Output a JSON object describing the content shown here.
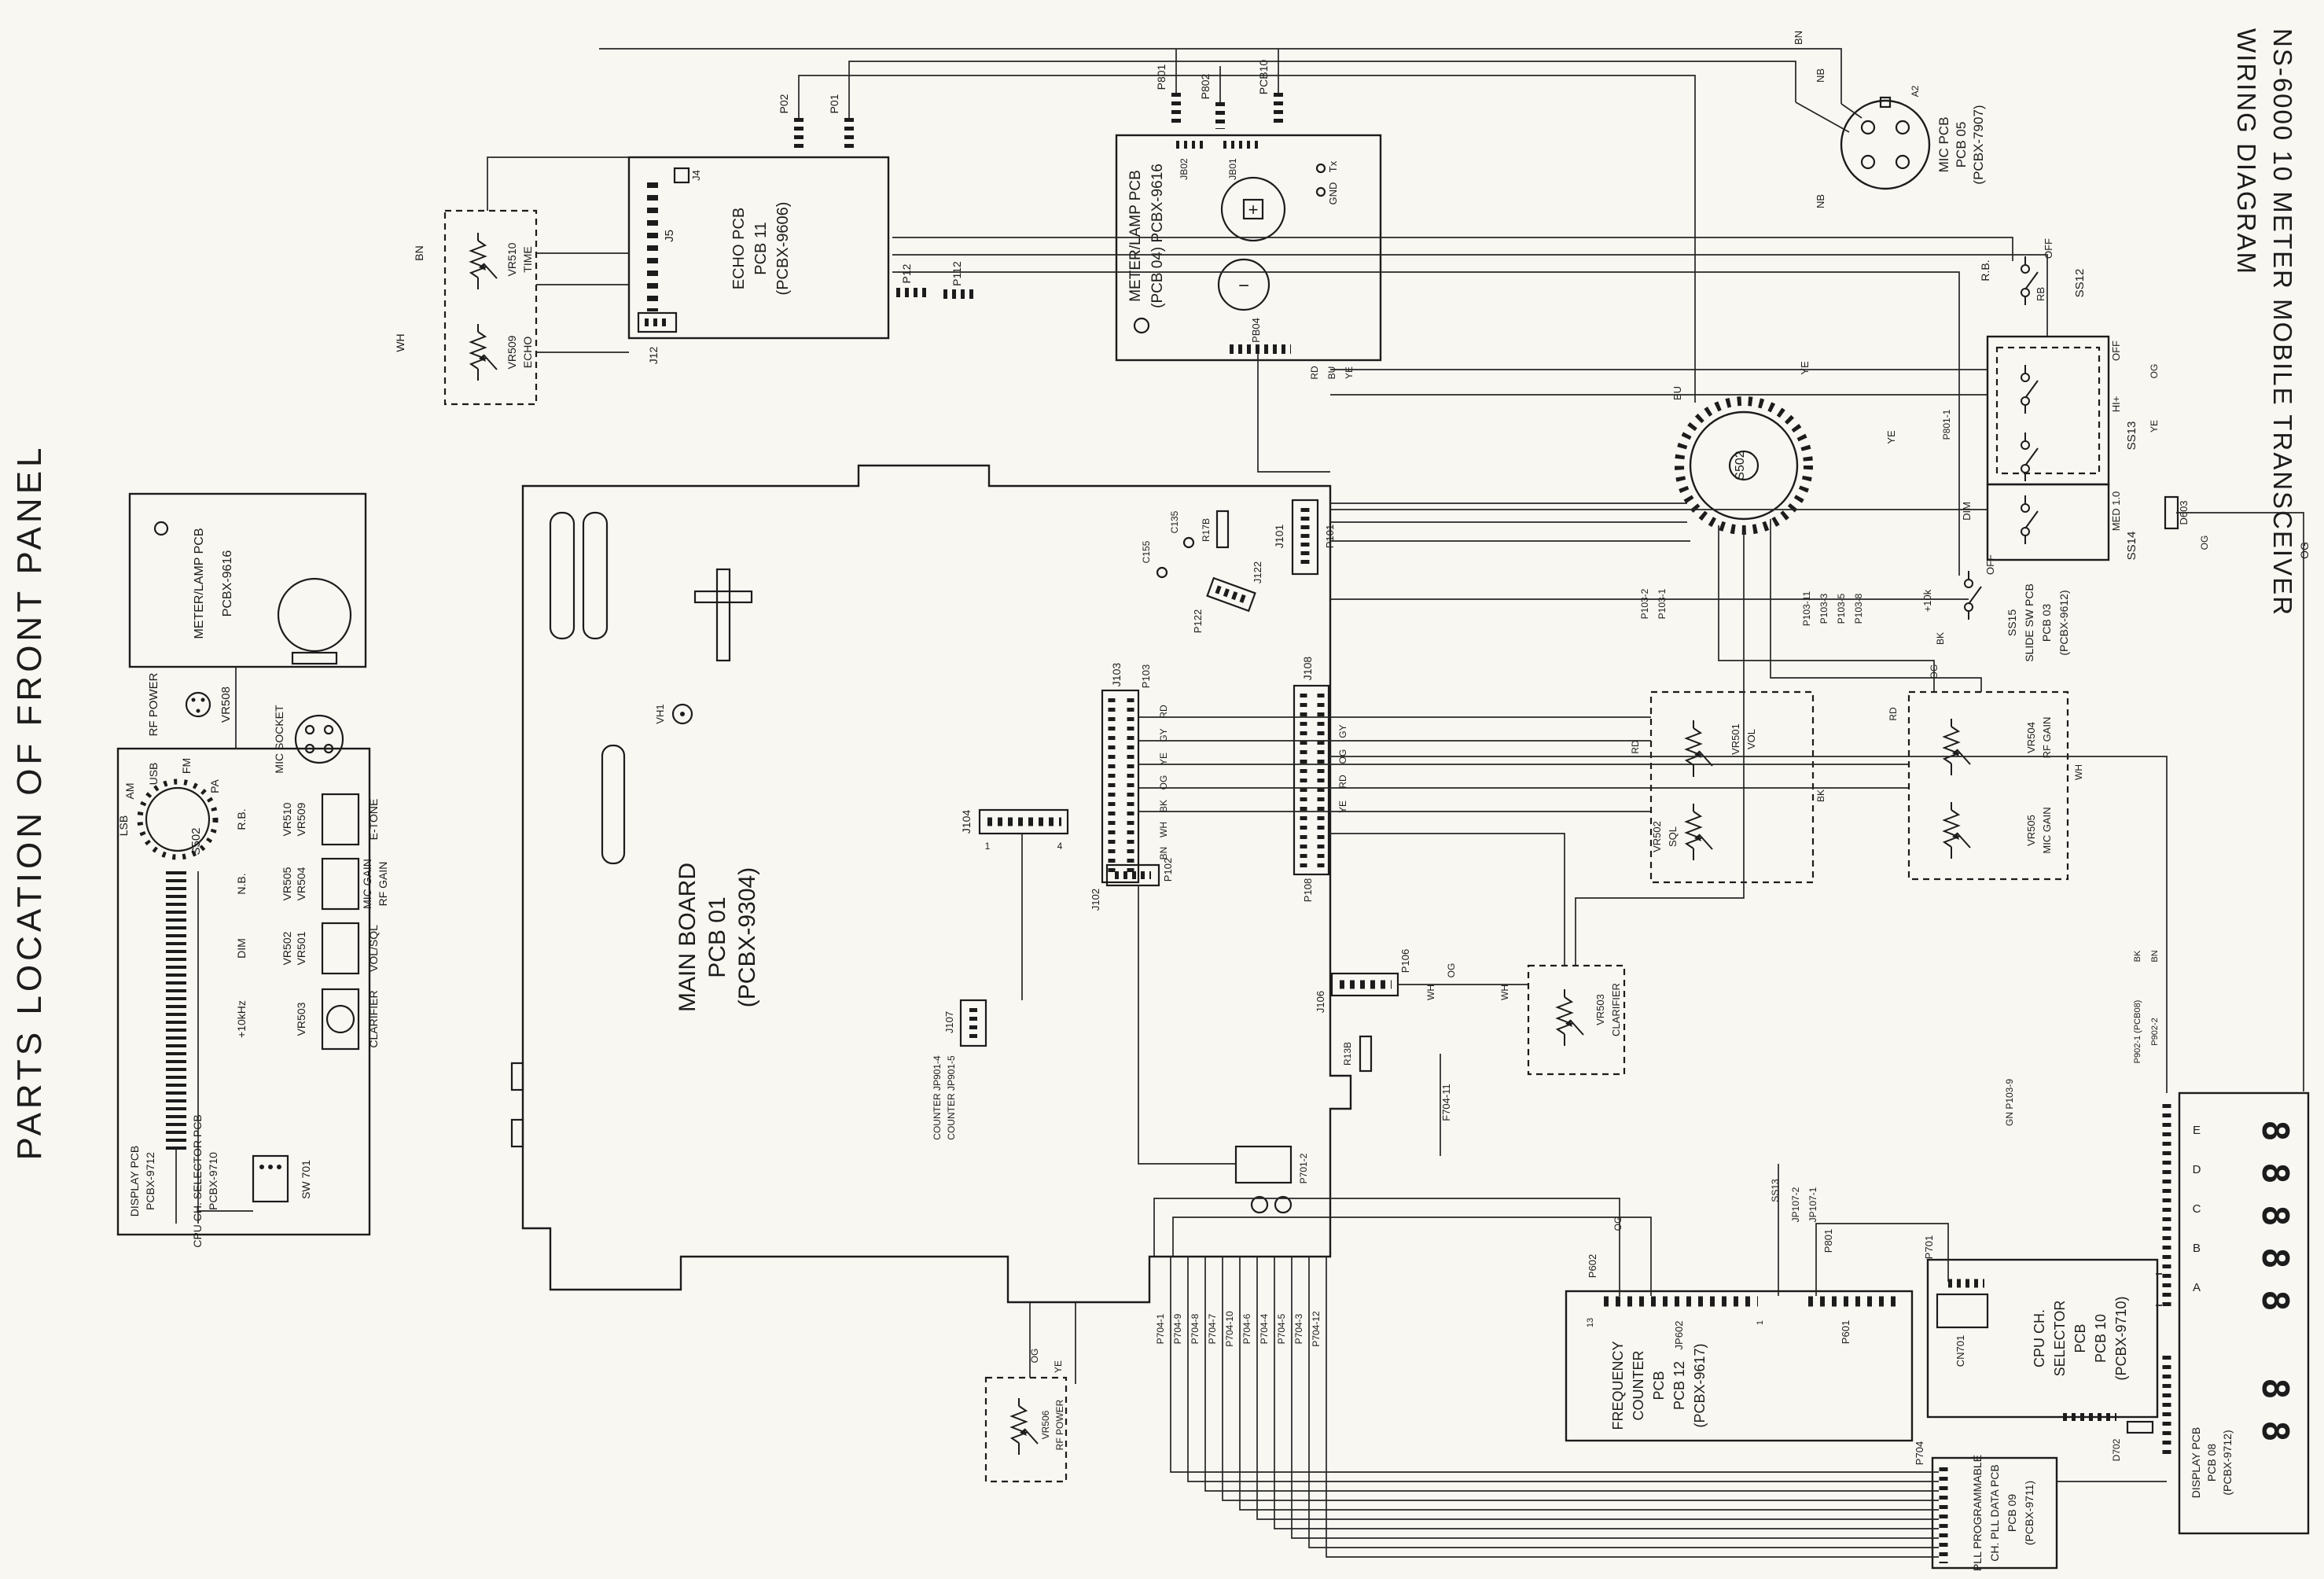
{
  "colors": {
    "ink": "#1c1c1c",
    "paper": "#f8f7f2"
  },
  "titles": {
    "left": "PARTS LOCATION OF FRONT PANEL",
    "right_line1": "NS-6000 10 METER MOBILE TRANSCEIVER",
    "right_line2": "WIRING DIAGRAM"
  },
  "front_panel": {
    "meter_pcb_line1": "METER/LAMP PCB",
    "meter_pcb_line2": "PCBX-9616",
    "rf_power": "RF POWER",
    "vr508": "VR508",
    "mode_usb": "USB",
    "mode_lsb": "LSB",
    "mode_am": "AM",
    "mode_fm": "FM",
    "mode_pa": "PA",
    "mode_switch": "S502",
    "mic_socket": "MIC SOCKET",
    "rb": "R.B.",
    "nb": "N.B.",
    "dim": "DIM",
    "plus10khz": "+10kHz",
    "etone": "E-TONE",
    "vr509": "VR509",
    "vr510": "VR510",
    "mic_gain": "MIC GAIN",
    "rf_gain": "RF GAIN",
    "vr504": "VR504",
    "vr505": "VR505",
    "vol_sql": "VOL/SQL",
    "vr501": "VR501",
    "vr502": "VR502",
    "clarifier": "CLARIFIER",
    "vr503": "VR503",
    "display_pcb_line1": "DISPLAY PCB",
    "display_pcb_line2": "PCBX-9712",
    "cpu_pcb_line1": "CPU CH. SELECTOR PCB",
    "cpu_pcb_line2": "PCBX-9710",
    "sw701": "SW 701"
  },
  "blocks": {
    "echo": [
      "ECHO PCB",
      "PCB 11",
      "(PCBX-9606)"
    ],
    "meter_lamp": [
      "METER/LAMP PCB",
      "(PCB 04) PCBX-9616"
    ],
    "mic": [
      "MIC PCB",
      "PCB 05",
      "(PCBX-7907)"
    ],
    "main": [
      "MAIN BOARD",
      "PCB 01",
      "(PCBX-9304)"
    ],
    "slide_sw": [
      "SS15",
      "SLIDE SW PCB",
      "PCB 03",
      "(PCBX-9612)"
    ],
    "freq_counter": [
      "FREQUENCY",
      "COUNTER",
      "PCB",
      "PCB 12",
      "(PCBX-9617)"
    ],
    "cpu_selector": [
      "CPU CH.",
      "SELECTOR",
      "PCB",
      "PCB 10",
      "(PCBX-9710)"
    ],
    "display": [
      "DISPLAY PCB",
      "PCB 08",
      "(PCBX-9712)"
    ],
    "pll": [
      "PLL PROGRAMMABLE",
      "CH. PLL DATA PCB",
      "PCB 09",
      "(PCBX-9711)"
    ]
  },
  "connectors": {
    "j4": "J4",
    "j5": "J5",
    "j12": "J12",
    "p12": "P12",
    "p112": "P112",
    "p02": "P02",
    "p01": "P01",
    "p801": "P801",
    "p802": "P802",
    "pcb10": "PCB10",
    "jb01": "JB01",
    "jb02": "JB02",
    "pb04": "PB04",
    "tx": "Tx",
    "gnd": "GND",
    "j101": "J101",
    "p101": "P101",
    "j102": "J102",
    "p102": "P102",
    "j103": "J103",
    "p103": "P103",
    "j104": "J104",
    "j106": "J106",
    "p106": "P106",
    "j107": "J107",
    "j108": "J108",
    "p108": "P108",
    "p122": "P122",
    "j122": "J122",
    "counter_a": "COUNTER JP901-4",
    "counter_b": "COUNTER JP901-5",
    "p701_2": "P701-2",
    "p801_1": "P801-1",
    "p602": "P602",
    "p601": "P601",
    "jp602": "JP602",
    "p801_fc": "P801",
    "jp107_1": "JP107-1",
    "jp107_2": "JP107-2",
    "cn701": "CN701",
    "p701": "P701",
    "p704": "P704",
    "p902_1": "P902-1 (PCB08)",
    "p902_2": "P902-2",
    "gn_p103_9": "GN  P103-9"
  },
  "components": {
    "r17b": "R17B",
    "c135": "C135",
    "c155": "C155",
    "r13b": "R13B",
    "f704_11": "F704-11",
    "d603": "D603",
    "d702": "D702",
    "vh1": "VH1",
    "a2": "A2"
  },
  "switches": {
    "s502": "S502",
    "ss12": "SS12",
    "ss13": "SS13",
    "ss14": "SS14",
    "rb": "RB",
    "rb_full": "R.B.",
    "off": "OFF",
    "hi": "HI+",
    "med": "MED 1.0",
    "dim": "DIM",
    "plus10k": "+10k"
  },
  "pots": {
    "vr501": [
      "VR501",
      "VOL"
    ],
    "vr502": [
      "VR502",
      "SQL"
    ],
    "vr504": [
      "VR504",
      "RF GAIN"
    ],
    "vr505": [
      "VR505",
      "MIC GAIN"
    ],
    "vr503": [
      "VR503",
      "CLARIFIER"
    ],
    "vr506": [
      "VR506",
      "RF POWER"
    ],
    "vr509": [
      "VR509",
      "ECHO"
    ],
    "vr510": [
      "VR510",
      "TIME"
    ]
  },
  "wire_colors": {
    "bn": "BN",
    "bk": "BK",
    "wh": "WH",
    "ye": "YE",
    "og": "OG",
    "rd": "RD",
    "gy": "GY",
    "bu": "BU",
    "gn": "GN",
    "nb": "NB"
  },
  "wire_tags": {
    "p704": [
      "P704-1",
      "P704-9",
      "P704-8",
      "P704-7",
      "P704-10",
      "P704-6",
      "P704-4",
      "P704-5",
      "P704-3",
      "P704-12"
    ],
    "p103_a": [
      "P103-2",
      "P103-1"
    ],
    "p103_b": [
      "P103-11",
      "P103-3",
      "P103-5",
      "P103-8"
    ]
  },
  "pins": {
    "n1": "1",
    "n4": "4",
    "n13": "13"
  },
  "display": {
    "letters": [
      "E",
      "D",
      "C",
      "B",
      "A"
    ],
    "digits": [
      "8",
      "8",
      "8",
      "8",
      "8",
      "8",
      "8"
    ]
  },
  "meter_symbols": {
    "plus": "+",
    "minus": "−"
  }
}
